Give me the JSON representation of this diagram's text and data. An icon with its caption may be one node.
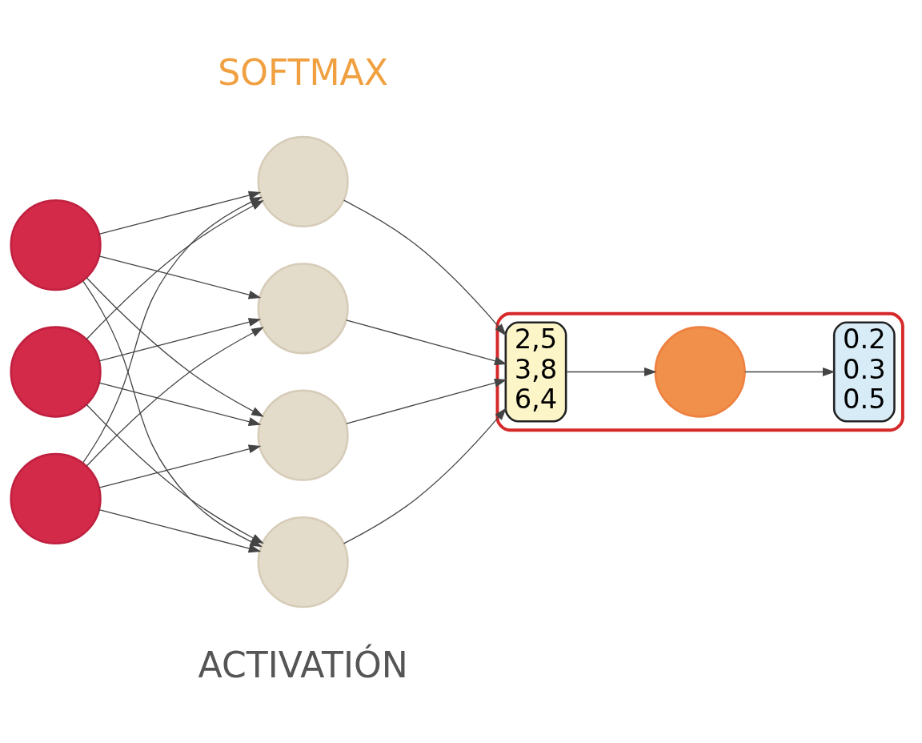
{
  "diagram": {
    "nodes": [
      {
        "text": [],
        "shape": "circle"
      },
      {
        "text": [],
        "shape": "circle"
      },
      {
        "text": [],
        "shape": "circle"
      },
      {
        "text": [],
        "shape": "circle"
      },
      {
        "text": [],
        "shape": "circle"
      },
      {
        "text": [],
        "shape": "circle"
      },
      {
        "text": [],
        "shape": "circle"
      },
      {
        "text": [],
        "shape": "box"
      },
      {
        "text": [
          "2,5",
          "3,8",
          "6,4"
        ],
        "in": 7
      },
      {
        "text": [],
        "shape": "circle",
        "in": 7
      },
      {
        "text": [
          "0.2",
          "0.3",
          "0.5"
        ],
        "in": 7
      }
    ],
    "edges": [
      {
        "from": 0,
        "to": 3,
        "arrow": "to"
      },
      {
        "from": 0,
        "to": 4,
        "arrow": "to"
      },
      {
        "from": 0,
        "to": 5,
        "arrow": "to"
      },
      {
        "from": 0,
        "to": 6,
        "arrow": "to"
      },
      {
        "from": 1,
        "to": 3,
        "arrow": "to"
      },
      {
        "from": 1,
        "to": 4,
        "arrow": "to"
      },
      {
        "from": 1,
        "to": 5,
        "arrow": "to"
      },
      {
        "from": 1,
        "to": 6,
        "arrow": "to"
      },
      {
        "from": 2,
        "to": 3,
        "arrow": "to"
      },
      {
        "from": 2,
        "to": 4,
        "arrow": "to"
      },
      {
        "from": 2,
        "to": 5,
        "arrow": "to"
      },
      {
        "from": 2,
        "to": 6,
        "arrow": "to"
      },
      {
        "from": 3,
        "to": 8,
        "arrow": "to"
      },
      {
        "from": 4,
        "to": 8,
        "arrow": "to"
      },
      {
        "from": 5,
        "to": 8,
        "arrow": "to"
      },
      {
        "from": 6,
        "to": 8,
        "arrow": "to"
      },
      {
        "from": 8,
        "to": 9,
        "arrow": "to"
      },
      {
        "from": 9,
        "to": 10,
        "arrow": "to"
      }
    ],
    "labels": [
      "ACTIVATIÓN",
      "SOFTMAX"
    ]
  }
}
